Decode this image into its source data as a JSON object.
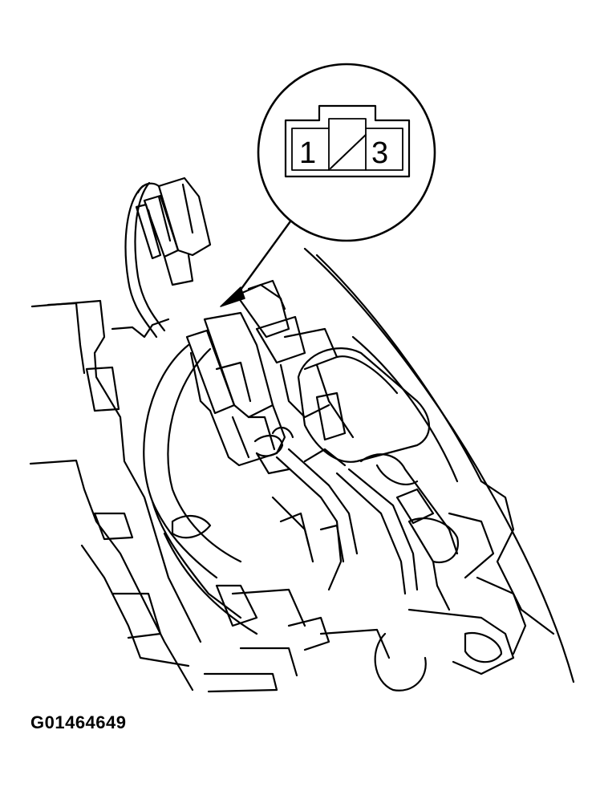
{
  "figure": {
    "code": "G01464649",
    "connector_pins": [
      "1",
      "3"
    ]
  },
  "colors": {
    "ink": "#000000",
    "paper": "#ffffff"
  },
  "icons": [
    "connector-face-icon",
    "pointer-arrow-icon"
  ]
}
